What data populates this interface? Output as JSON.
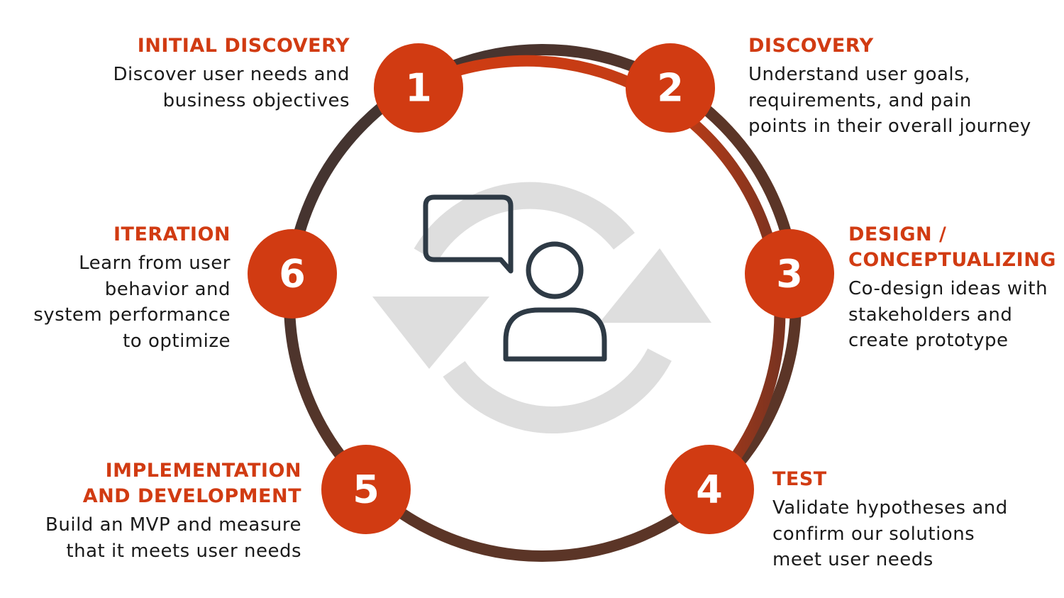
{
  "colors": {
    "accent": "#d13b12",
    "ring_dark": "#3a3434",
    "ring_brown": "#5b3527",
    "cycle_arrows": "#dedede",
    "icon_stroke": "#2e3a45"
  },
  "center_icon": "user-feedback-cycle-icon",
  "steps": [
    {
      "number": "1",
      "title": [
        "INITIAL DISCOVERY"
      ],
      "desc": [
        "Discover user needs and",
        "business objectives"
      ]
    },
    {
      "number": "2",
      "title": [
        "DISCOVERY"
      ],
      "desc": [
        "Understand user goals,",
        "requirements, and pain",
        "points in their overall journey"
      ]
    },
    {
      "number": "3",
      "title": [
        "DESIGN /",
        "CONCEPTUALIZING"
      ],
      "desc": [
        "Co-design ideas with",
        "stakeholders and",
        "create prototype"
      ]
    },
    {
      "number": "4",
      "title": [
        "TEST"
      ],
      "desc": [
        "Validate hypotheses and",
        "confirm our solutions",
        "meet user needs"
      ]
    },
    {
      "number": "5",
      "title": [
        "IMPLEMENTATION",
        "AND DEVELOPMENT"
      ],
      "desc": [
        "Build an MVP and measure",
        "that it meets user needs"
      ]
    },
    {
      "number": "6",
      "title": [
        "ITERATION"
      ],
      "desc": [
        "Learn from user",
        "behavior and",
        "system performance",
        "to optimize"
      ]
    }
  ]
}
